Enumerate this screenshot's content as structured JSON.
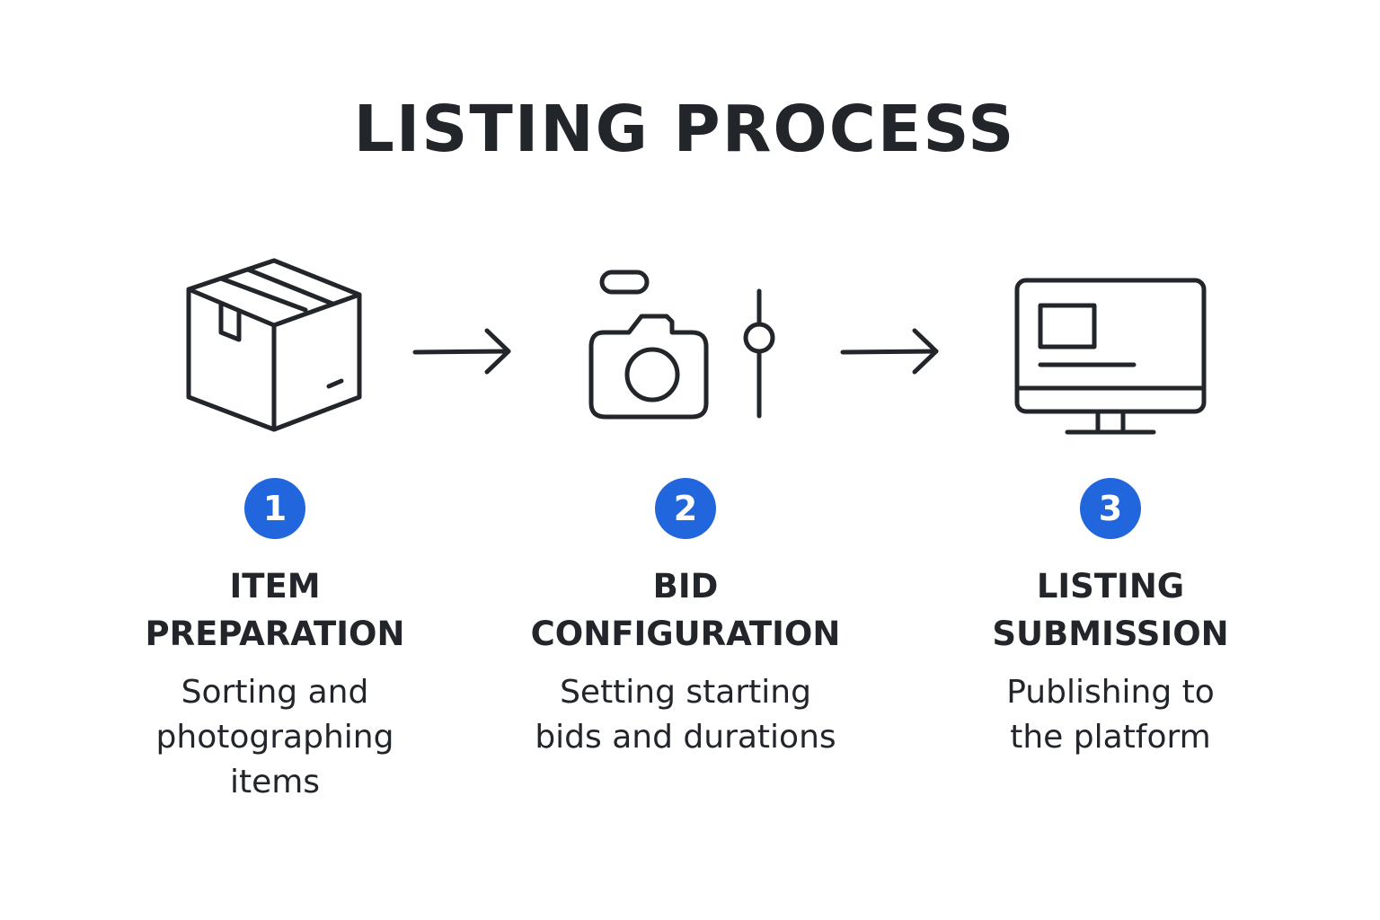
{
  "title": "LISTING PROCESS",
  "accent_color": "#2266dd",
  "steps": [
    {
      "number": "1",
      "icon": "box-icon",
      "title_lines": [
        "ITEM",
        "PREPARATION"
      ],
      "desc_lines": [
        "Sorting and",
        "photographing",
        "items"
      ]
    },
    {
      "number": "2",
      "icon": "camera-slider-icon",
      "title_lines": [
        "BID",
        "CONFIGURATION"
      ],
      "desc_lines": [
        "Setting starting",
        "bids and durations"
      ]
    },
    {
      "number": "3",
      "icon": "monitor-icon",
      "title_lines": [
        "LISTING",
        "SUBMISSION"
      ],
      "desc_lines": [
        "Publishing to",
        "the platform"
      ]
    }
  ]
}
